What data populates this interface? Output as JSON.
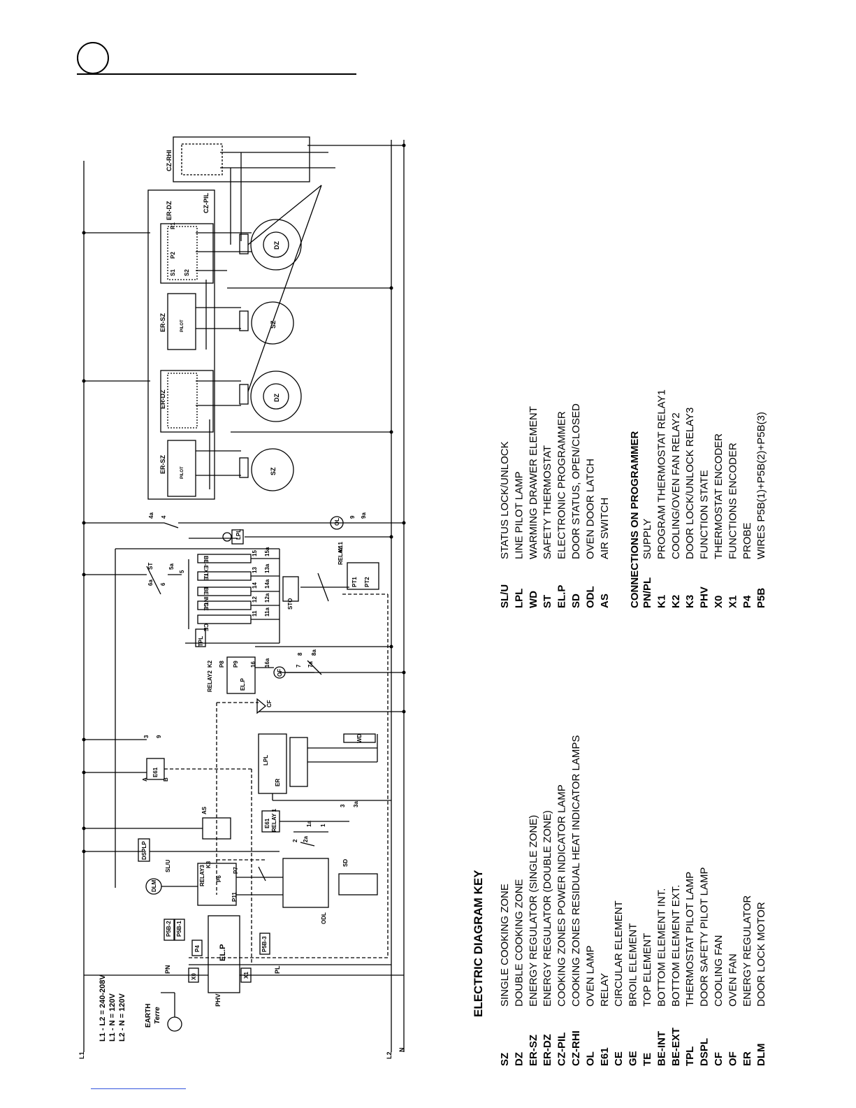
{
  "supply": {
    "rail_left": "L1",
    "rail_right_1": "L2",
    "rail_right_2": "N",
    "voltage_lines": [
      "L1 - L2 = 240-208V",
      "L1 - N = 120V",
      "L2 - N = 120V"
    ],
    "earth": "EARTH",
    "earth_fr": "Terre"
  },
  "diagram_labels": {
    "pn": "PN",
    "pl": "PL",
    "phv": "PHV",
    "elp": "EL.P",
    "x0": "X0",
    "x1": "X1",
    "p4": "P4",
    "p5b1": "P5B-1",
    "p5b2": "P5B-2",
    "p5b3": "P5B-3",
    "dlm": "DLM",
    "dspl": "DSPLP",
    "slu": "SL/U",
    "relay3": "RELAY3",
    "k3": "K3",
    "p6": "P6",
    "p7": "P7",
    "p11": "P11",
    "odl": "ODL",
    "sd": "SD",
    "as": "AS",
    "e61": "E61",
    "e61_relay": "E61",
    "relay1_small": "RELAY 1",
    "lpl": "LPL",
    "er": "ER",
    "wd": "WD",
    "relay2": "RELAY2",
    "k2": "K2",
    "p8": "P8",
    "p9": "P9",
    "cf": "CF",
    "of": "OF",
    "tpl": "TPL",
    "sto": "STO",
    "relay1": "RELAY 1",
    "k1": "K1",
    "pt1": "PT1",
    "pt2": "PT2",
    "st": "ST",
    "ce": "CE",
    "ge": "GE",
    "be_int": "BE INT.",
    "te": "TE",
    "be_ext": "BE-EXT.",
    "ol": "OL",
    "er_sz": "ER-SZ",
    "er_dz": "ER-DZ",
    "sz": "SZ",
    "dz": "DZ",
    "cz_pil": "CZ-PIL",
    "cz_rhi": "CZ-RHI",
    "pilot": "PILOT",
    "a": "A",
    "b": "B"
  },
  "terminals": {
    "t4a": "4a",
    "t4": "4",
    "t9": "9",
    "t9a": "9a",
    "t3": "3",
    "t3a": "3a",
    "t1": "1",
    "t1a": "1a",
    "t2": "2",
    "t2a": "2a",
    "t5": "5",
    "t5a": "5a",
    "t6": "6",
    "t6a": "6a",
    "t7": "7",
    "t7a": "7a",
    "t8": "8",
    "t8a": "8a",
    "t16": "16",
    "t16a": "16a",
    "t11": "11",
    "t11a": "11a",
    "t12": "12",
    "t12a": "12a",
    "t13": "13",
    "t13a": "13a",
    "t14": "14",
    "t14a": "14a",
    "t15": "15",
    "t15a": "15a",
    "p1": "P1",
    "p2": "P2",
    "s1": "S1",
    "s2": "S2"
  },
  "key": {
    "title": "ELECTRIC DIAGRAM KEY",
    "column1": [
      {
        "code": "SZ",
        "desc": "SINGLE COOKING ZONE"
      },
      {
        "code": "DZ",
        "desc": "DOUBLE COOKING ZONE"
      },
      {
        "code": "ER-SZ",
        "desc": "ENERGY REGULATOR (SINGLE ZONE)"
      },
      {
        "code": "ER-DZ",
        "desc": "ENERGY REGULATOR (DOUBLE ZONE)"
      },
      {
        "code": "CZ-PIL",
        "desc": "COOKING ZONES POWER INDICATOR LAMP"
      },
      {
        "code": "CZ-RHI",
        "desc": "COOKING ZONES RESIDUAL HEAT INDICATOR LAMPS"
      },
      {
        "code": "OL",
        "desc": "OVEN LAMP"
      },
      {
        "code": "E61",
        "desc": "RELAY"
      },
      {
        "code": "CE",
        "desc": "CIRCULAR ELEMENT"
      },
      {
        "code": "GE",
        "desc": "BROIL ELEMENT"
      },
      {
        "code": "TE",
        "desc": "TOP ELEMENT"
      },
      {
        "code": "BE-INT",
        "desc": "BOTTOM ELEMENT INT."
      },
      {
        "code": "BE-EXT",
        "desc": "BOTTOM ELEMENT EXT."
      },
      {
        "code": "TPL",
        "desc": "THERMOSTAT PILOT LAMP"
      },
      {
        "code": "DSPL",
        "desc": "DOOR SAFETY PILOT LAMP"
      },
      {
        "code": "CF",
        "desc": "COOLING FAN"
      },
      {
        "code": "OF",
        "desc": "OVEN FAN"
      },
      {
        "code": "ER",
        "desc": "ENERGY REGULATOR"
      },
      {
        "code": "DLM",
        "desc": "DOOR LOCK MOTOR"
      }
    ],
    "column2": [
      {
        "code": "SL/U",
        "desc": "STATUS LOCK/UNLOCK"
      },
      {
        "code": "LPL",
        "desc": "LINE PILOT LAMP"
      },
      {
        "code": "WD",
        "desc": "WARMING DRAWER ELEMENT"
      },
      {
        "code": "ST",
        "desc": "SAFETY THERMOSTAT"
      },
      {
        "code": "EL.P",
        "desc": "ELECTRONIC PROGRAMMER"
      },
      {
        "code": "SD",
        "desc": "DOOR STATUS, OPEN/CLOSED"
      },
      {
        "code": "ODL",
        "desc": "OVEN DOOR LATCH"
      },
      {
        "code": "AS",
        "desc": "AIR SWITCH"
      }
    ],
    "connections_title": "CONNECTIONS ON PROGRAMMER",
    "connections": [
      {
        "code": "PN/PL",
        "desc": "SUPPLY"
      },
      {
        "code": "K1",
        "desc": "PROGRAM THERMOSTAT RELAY1"
      },
      {
        "code": "K2",
        "desc": "COOLING/OVEN FAN RELAY2"
      },
      {
        "code": "K3",
        "desc": "DOOR LOCK/UNLOCK RELAY3"
      },
      {
        "code": "PHV",
        "desc": "FUNCTION STATE"
      },
      {
        "code": "X0",
        "desc": "THERMOSTAT ENCODER"
      },
      {
        "code": "X1",
        "desc": "FUNCTIONS ENCODER"
      },
      {
        "code": "P4",
        "desc": "PROBE"
      },
      {
        "code": "P5B",
        "desc": "WIRES P5B(1)+P5B(2)+P5B(3)"
      }
    ]
  }
}
